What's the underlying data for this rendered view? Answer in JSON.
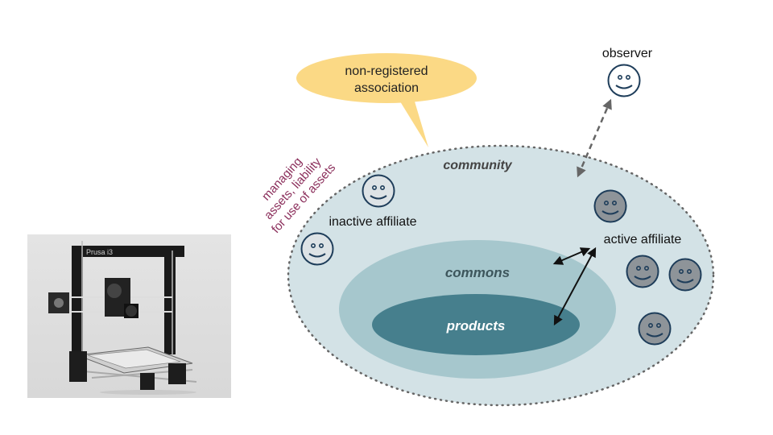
{
  "diagram": {
    "bubble": {
      "line1": "non-registered",
      "line2": "association",
      "color": "#fbd985"
    },
    "rotated_note": {
      "line1": "managing",
      "line2": "assets, liability",
      "line3": "for use of assets",
      "color": "#8a2d5a"
    },
    "observer": {
      "label": "observer"
    },
    "community": {
      "label": "community",
      "fill": "#d3e2e6"
    },
    "commons": {
      "label": "commons",
      "fill": "#a6c7cd"
    },
    "products": {
      "label": "products",
      "fill": "#467f8d"
    },
    "inactive_affiliate": {
      "label": "inactive affiliate",
      "face_fill": "#dde3e6"
    },
    "active_affiliate": {
      "label": "active affiliate",
      "face_fill": "#8e9499"
    },
    "face_stroke": "#1e3d5a",
    "photo": {
      "caption_text": "Prusa i3"
    }
  }
}
